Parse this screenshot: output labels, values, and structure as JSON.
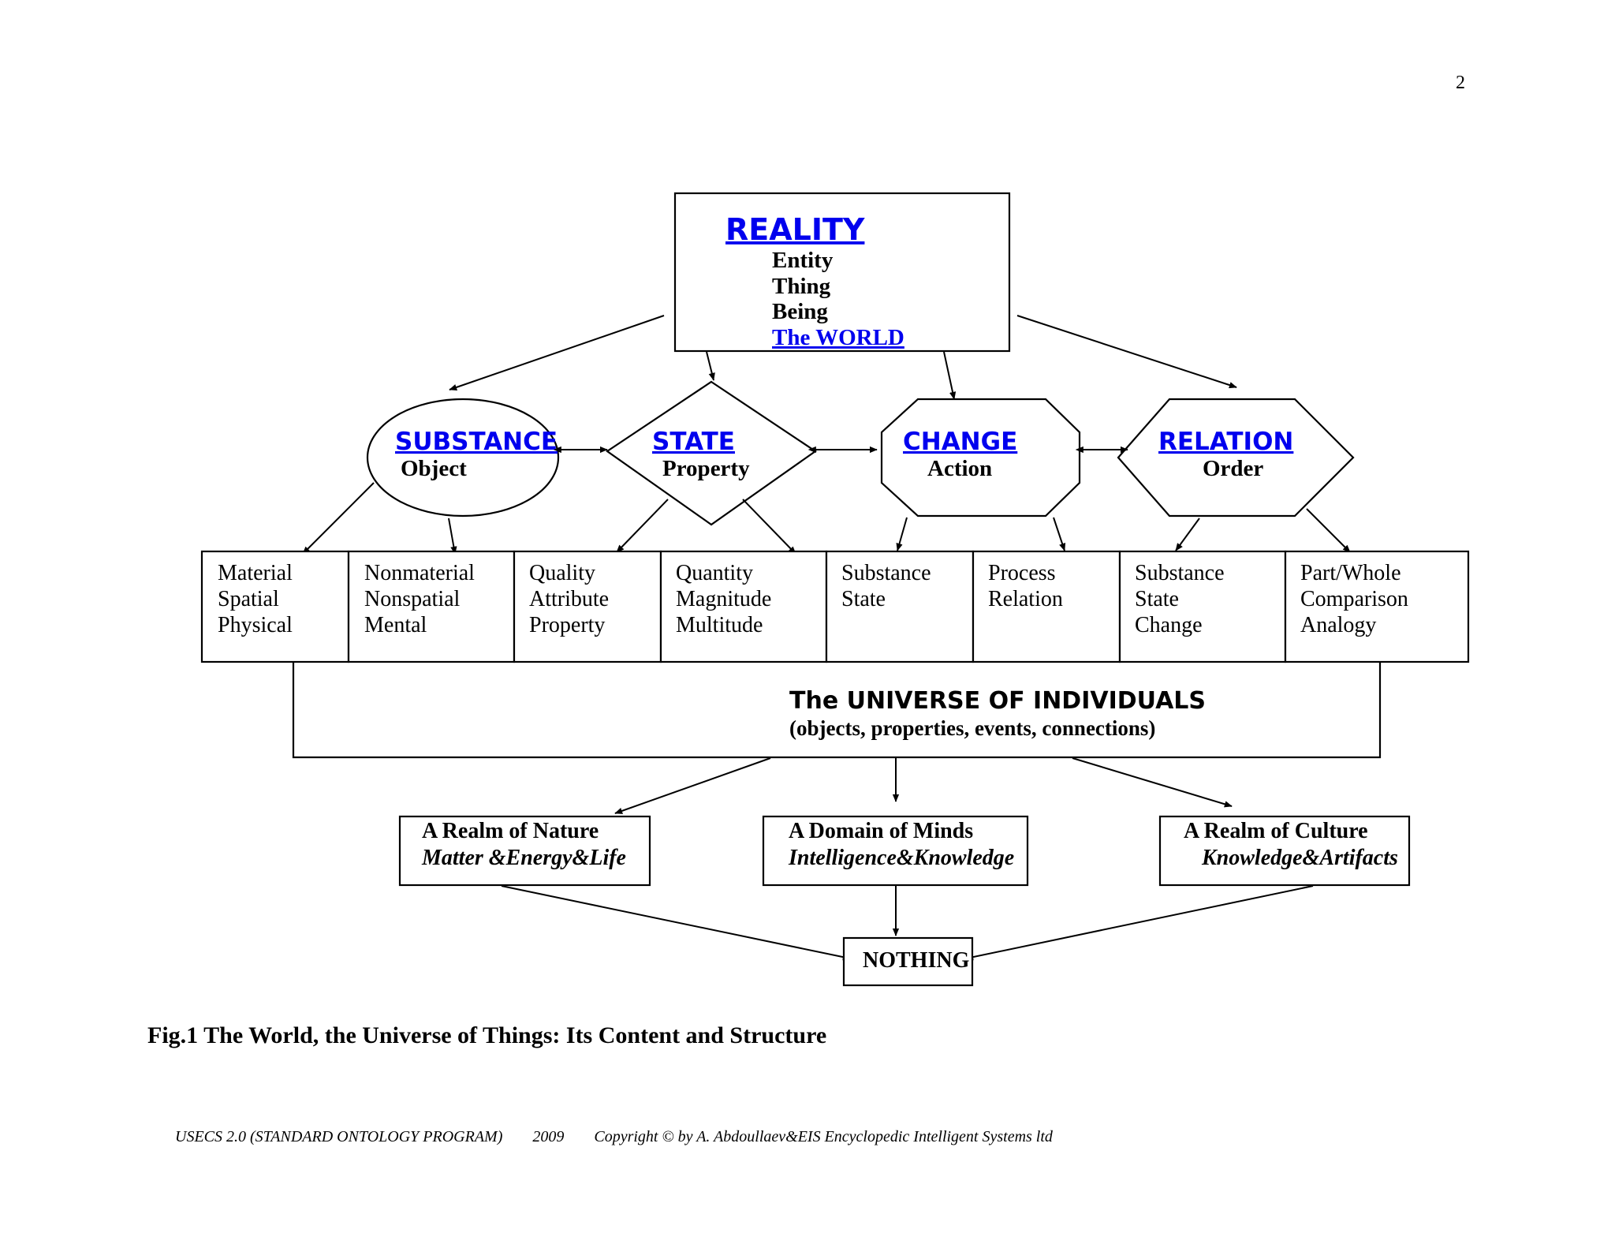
{
  "page_number": "2",
  "reality": {
    "title": "REALITY",
    "lines": [
      "Entity",
      "Thing",
      "Being"
    ],
    "world_link": "The WORLD"
  },
  "categories": [
    {
      "title": "SUBSTANCE",
      "subtitle": "Object"
    },
    {
      "title": "STATE",
      "subtitle": "Property"
    },
    {
      "title": "CHANGE",
      "subtitle": "Action"
    },
    {
      "title": "RELATION",
      "subtitle": "Order"
    }
  ],
  "cells": [
    [
      "Material",
      "Spatial",
      "Physical"
    ],
    [
      "Nonmaterial",
      "Nonspatial",
      "Mental"
    ],
    [
      "Quality",
      "Attribute",
      "Property"
    ],
    [
      "Quantity",
      "Magnitude",
      "Multitude"
    ],
    [
      "Substance",
      "State"
    ],
    [
      "Process",
      "Relation"
    ],
    [
      "Substance",
      "State",
      "Change"
    ],
    [
      "Part/Whole",
      "Comparison",
      "Analogy"
    ]
  ],
  "universe": {
    "title": "The UNIVERSE OF INDIVIDUALS",
    "subtitle": "(objects, properties, events, connections)"
  },
  "realms": [
    {
      "title": "A Realm of Nature",
      "subtitle": "Matter &Energy&Life"
    },
    {
      "title": "A Domain of Minds",
      "subtitle": "Intelligence&Knowledge"
    },
    {
      "title": "A Realm of Culture",
      "subtitle": "Knowledge&Artifacts"
    }
  ],
  "nothing": "NOTHING",
  "caption": "Fig.1 The World, the Universe of Things: Its Content and Structure",
  "footer": {
    "program": "USECS 2.0 (STANDARD ONTOLOGY PROGRAM)",
    "year": "2009",
    "copyright": "Copyright © by A. Abdoullaev&EIS Encyclopedic Intelligent Systems ltd"
  },
  "colors": {
    "link": "#0000ee",
    "line": "#000000",
    "background": "#ffffff"
  }
}
